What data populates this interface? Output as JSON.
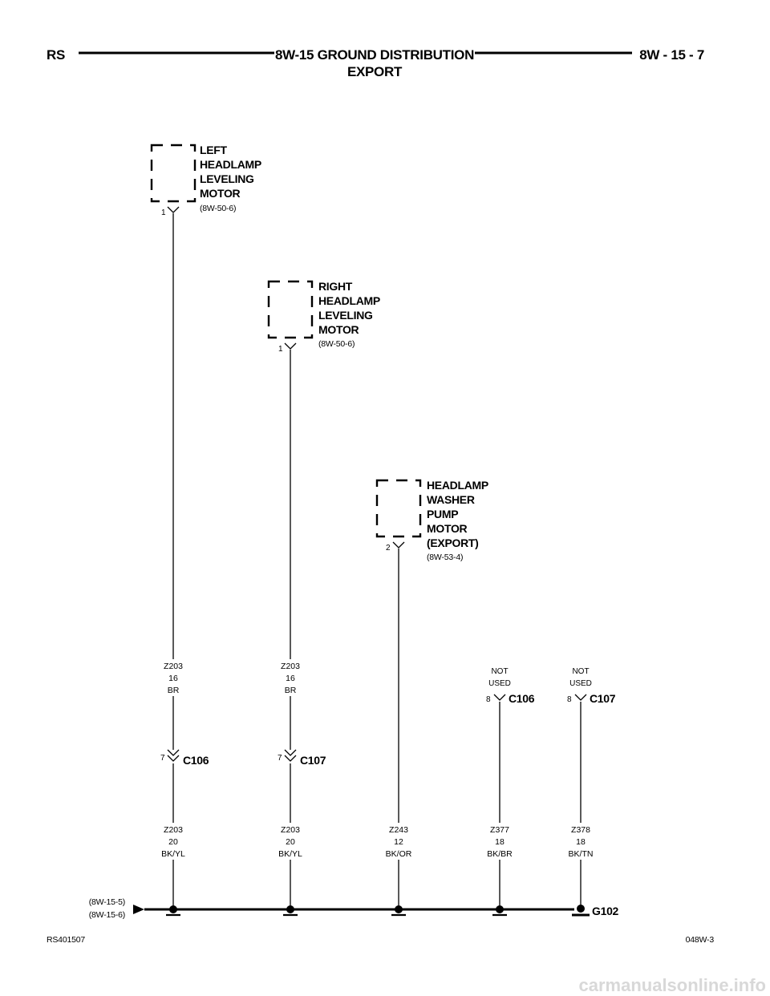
{
  "header": {
    "left": "RS",
    "title": "8W-15 GROUND DISTRIBUTION",
    "subtitle": "EXPORT",
    "right": "8W - 15 - 7"
  },
  "components": [
    {
      "lines": [
        "LEFT",
        "HEADLAMP",
        "LEVELING",
        "MOTOR"
      ],
      "ref": "(8W-50-6)",
      "pin": "1"
    },
    {
      "lines": [
        "RIGHT",
        "HEADLAMP",
        "LEVELING",
        "MOTOR"
      ],
      "ref": "(8W-50-6)",
      "pin": "1"
    },
    {
      "lines": [
        "HEADLAMP",
        "WASHER",
        "PUMP",
        "MOTOR",
        "(EXPORT)"
      ],
      "ref": "(8W-53-4)",
      "pin": "2"
    }
  ],
  "upper_wires": [
    {
      "circuit": "Z203",
      "gauge": "16",
      "color": "BR"
    },
    {
      "circuit": "Z203",
      "gauge": "16",
      "color": "BR"
    }
  ],
  "connectors": [
    {
      "pin": "7",
      "name": "C106"
    },
    {
      "pin": "7",
      "name": "C107"
    },
    {
      "pin": "8",
      "name": "C106",
      "note": [
        "NOT",
        "USED"
      ]
    },
    {
      "pin": "8",
      "name": "C107",
      "note": [
        "NOT",
        "USED"
      ]
    }
  ],
  "lower_wires": [
    {
      "circuit": "Z203",
      "gauge": "20",
      "color": "BK/YL"
    },
    {
      "circuit": "Z203",
      "gauge": "20",
      "color": "BK/YL"
    },
    {
      "circuit": "Z243",
      "gauge": "12",
      "color": "BK/OR"
    },
    {
      "circuit": "Z377",
      "gauge": "18",
      "color": "BK/BR"
    },
    {
      "circuit": "Z378",
      "gauge": "18",
      "color": "BK/TN"
    }
  ],
  "ground": {
    "name": "G102",
    "refs": [
      "(8W-15-5)",
      "(8W-15-6)"
    ]
  },
  "footer": {
    "left": "RS401507",
    "right": "048W-3"
  },
  "watermark": "carmanualsonline.info"
}
